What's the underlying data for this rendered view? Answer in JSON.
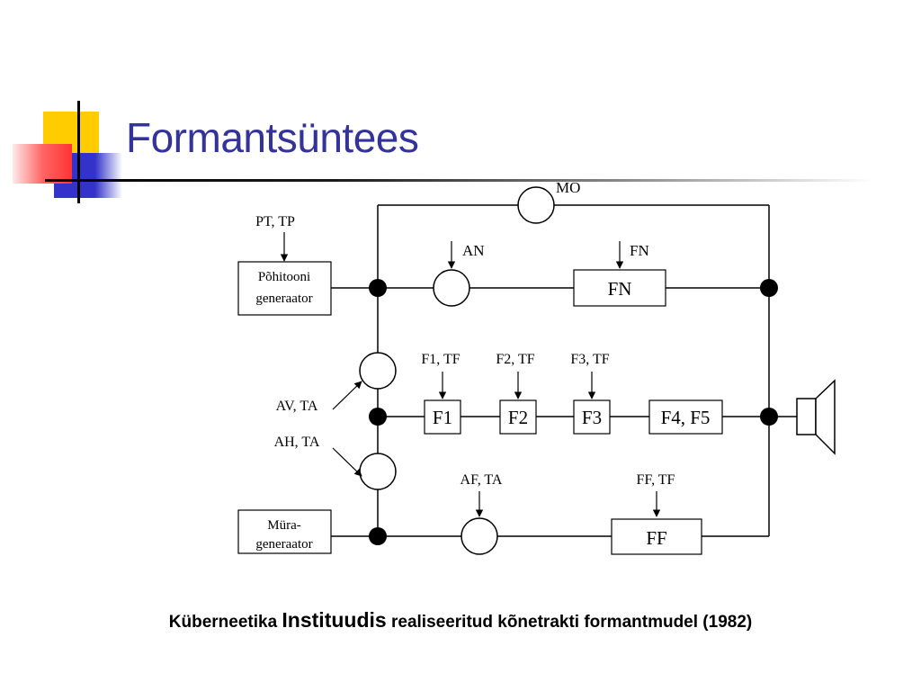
{
  "slide": {
    "title": "Formantsüntees",
    "caption": {
      "part1": "Küberneetika ",
      "part2": "Instituudis",
      "part3": " realiseeritud kõnetrakti formantmudel (1982)"
    },
    "colors": {
      "title": "#333399",
      "deco_yellow": "#ffcc00",
      "deco_red": "#ff3333",
      "deco_blue": "#3333cc"
    }
  },
  "diagram": {
    "nodes": {
      "pitch_generator": [
        "Põhitooni",
        "generaator"
      ],
      "noise_generator": [
        "Müra-",
        "generaator"
      ],
      "f1": "F1",
      "f2": "F2",
      "f3": "F3",
      "f45": "F4, F5",
      "fn": "FN",
      "ff": "FF"
    },
    "labels": {
      "mo": "MO",
      "pt_tp": "PT, TP",
      "an": "AN",
      "fn": "FN",
      "f1_tf": "F1, TF",
      "f2_tf": "F2, TF",
      "f3_tf": "F3, TF",
      "av_ta": "AV, TA",
      "ah_ta": "AH, TA",
      "af_ta": "AF, TA",
      "ff_tf": "FF, TF"
    }
  }
}
